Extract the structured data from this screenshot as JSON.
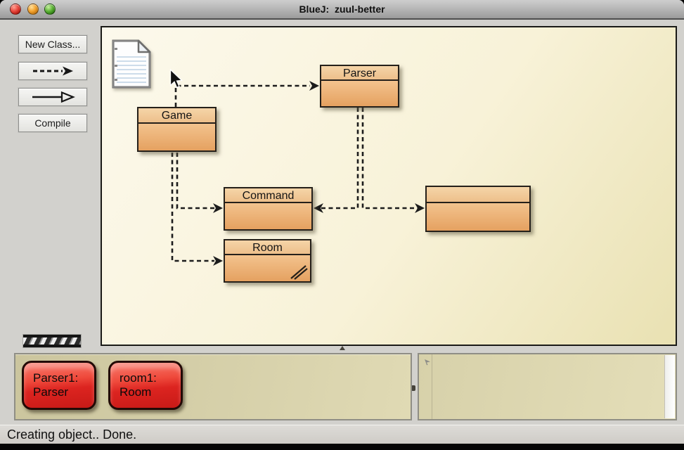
{
  "window": {
    "title": "BlueJ:  zuul-better"
  },
  "toolbar": {
    "new_class_label": "New Class...",
    "compile_label": "Compile"
  },
  "diagram": {
    "classes": [
      {
        "name": "Parser"
      },
      {
        "name": "Game"
      },
      {
        "name": "Command"
      },
      {
        "name": "Room"
      },
      {
        "name": ""
      }
    ],
    "relations": [
      {
        "from": "Game",
        "to": "Parser",
        "type": "uses"
      },
      {
        "from": "Game",
        "to": "Command",
        "type": "uses"
      },
      {
        "from": "Game",
        "to": "Room",
        "type": "uses"
      },
      {
        "from": "Parser",
        "to": "Command",
        "type": "uses"
      },
      {
        "from": "Parser",
        "to": "unnamed-class",
        "type": "uses"
      }
    ]
  },
  "object_bench": {
    "objects": [
      {
        "line1": "Parser1:",
        "line2": "Parser"
      },
      {
        "line1": "room1:",
        "line2": "Room"
      }
    ]
  },
  "status_bar": {
    "text": "Creating object.. Done."
  },
  "colors": {
    "class_header": "#f3d2a4",
    "class_body": "#eab071",
    "class_border": "#25201a",
    "object_red": "#dc2420",
    "diagram_bg": "#f9f4dd",
    "bench_bg": "#d5cfa8",
    "chrome_gray": "#d2d1cd"
  }
}
